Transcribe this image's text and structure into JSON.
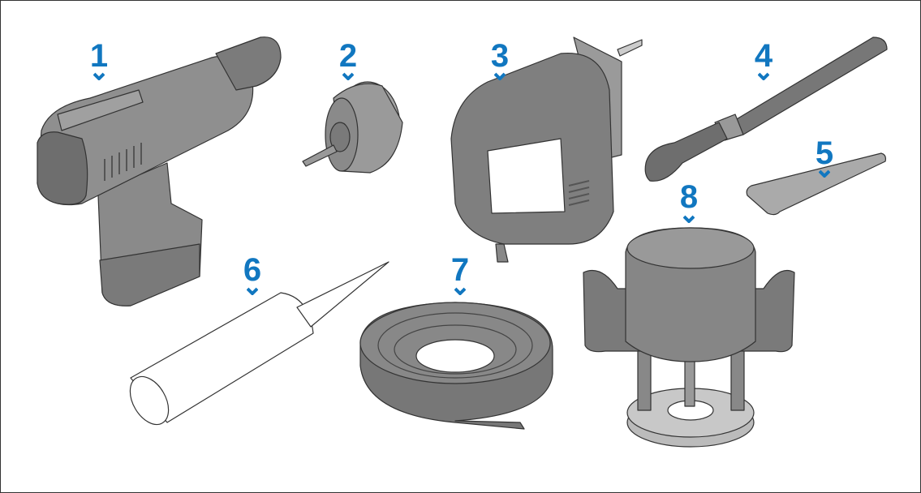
{
  "accent_color": "#1177c0",
  "items": [
    {
      "number": "1",
      "icon": "cordless-drill-icon"
    },
    {
      "number": "2",
      "icon": "hole-saw-icon"
    },
    {
      "number": "3",
      "icon": "jigsaw-icon"
    },
    {
      "number": "4",
      "icon": "file-icon"
    },
    {
      "number": "5",
      "icon": "allen-key-icon"
    },
    {
      "number": "6",
      "icon": "caulk-tube-icon"
    },
    {
      "number": "7",
      "icon": "tape-roll-icon"
    },
    {
      "number": "8",
      "icon": "router-icon"
    }
  ]
}
